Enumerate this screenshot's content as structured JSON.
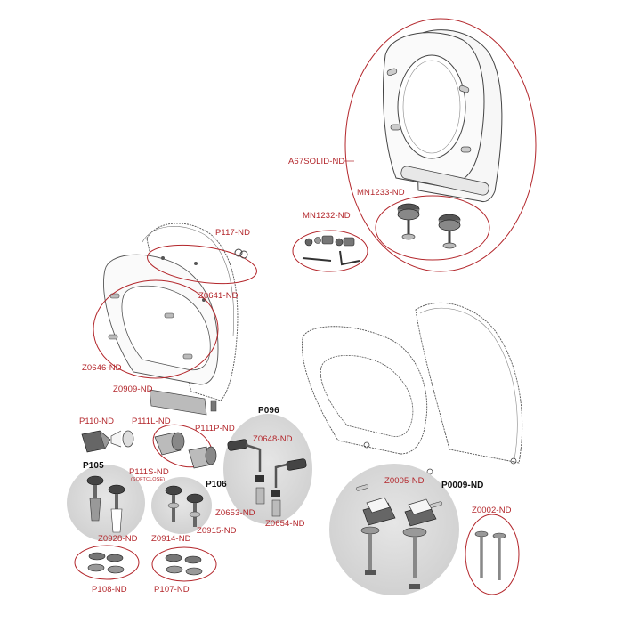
{
  "colors": {
    "accent": "#b3262b",
    "outline": "#555555",
    "group_fill": "#dcdcdc",
    "label_bold": "#111111"
  },
  "labels": {
    "a67solid": "A67SOLID-ND",
    "mn1233": "MN1233-ND",
    "mn1232": "MN1232-ND",
    "p117": "P117-ND",
    "z0641": "Z0641-ND",
    "z0646": "Z0646-ND",
    "z0909": "Z0909-ND",
    "p096": "P096",
    "p110": "P110-ND",
    "p111l": "P111L-ND",
    "p111p": "P111P-ND",
    "z0648": "Z0648-ND",
    "p111s": "P111S-ND",
    "softclose": "(SOFTCLOSE)",
    "p105": "P105",
    "p106": "P106",
    "z0653": "Z0653-ND",
    "z0654": "Z0654-ND",
    "z0005": "Z0005-ND",
    "p0009": "P0009-ND",
    "z0002": "Z0002-ND",
    "z0928": "Z0928-ND",
    "z0914": "Z0914-ND",
    "z0915": "Z0915-ND",
    "p108": "P108-ND",
    "p107": "P107-ND"
  }
}
